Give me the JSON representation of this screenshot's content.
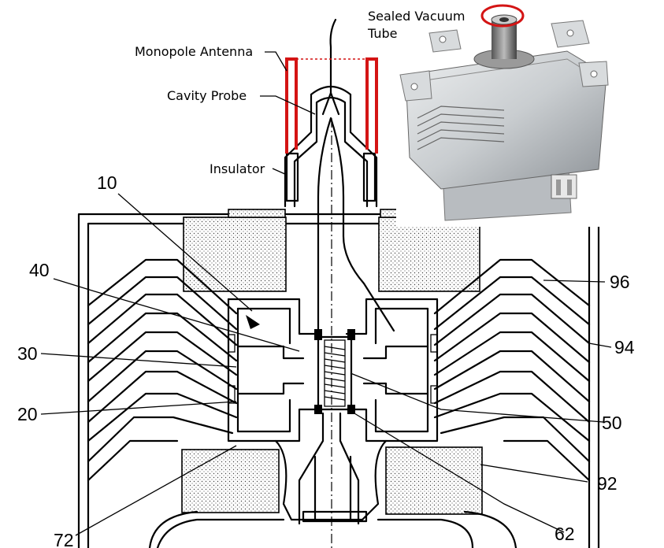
{
  "labels": {
    "sealed_vacuum_tube_line1": "Sealed Vacuum",
    "sealed_vacuum_tube_line2": "Tube",
    "monopole_antenna": "Monopole Antenna",
    "cavity_probe": "Cavity Probe",
    "insulator": "Insulator"
  },
  "reference_numbers": {
    "n10": "10",
    "n20": "20",
    "n30": "30",
    "n40": "40",
    "n50": "50",
    "n62": "62",
    "n72": "72",
    "n92": "92",
    "n94": "94",
    "n96": "96"
  },
  "colors": {
    "antenna_highlight": "#d41414",
    "line": "#000000",
    "background": "#ffffff",
    "photo_metal": "#cfd3d6"
  },
  "photo": {
    "subject": "magnetron-photo",
    "highlight": "red-circle-around-antenna-cap"
  }
}
